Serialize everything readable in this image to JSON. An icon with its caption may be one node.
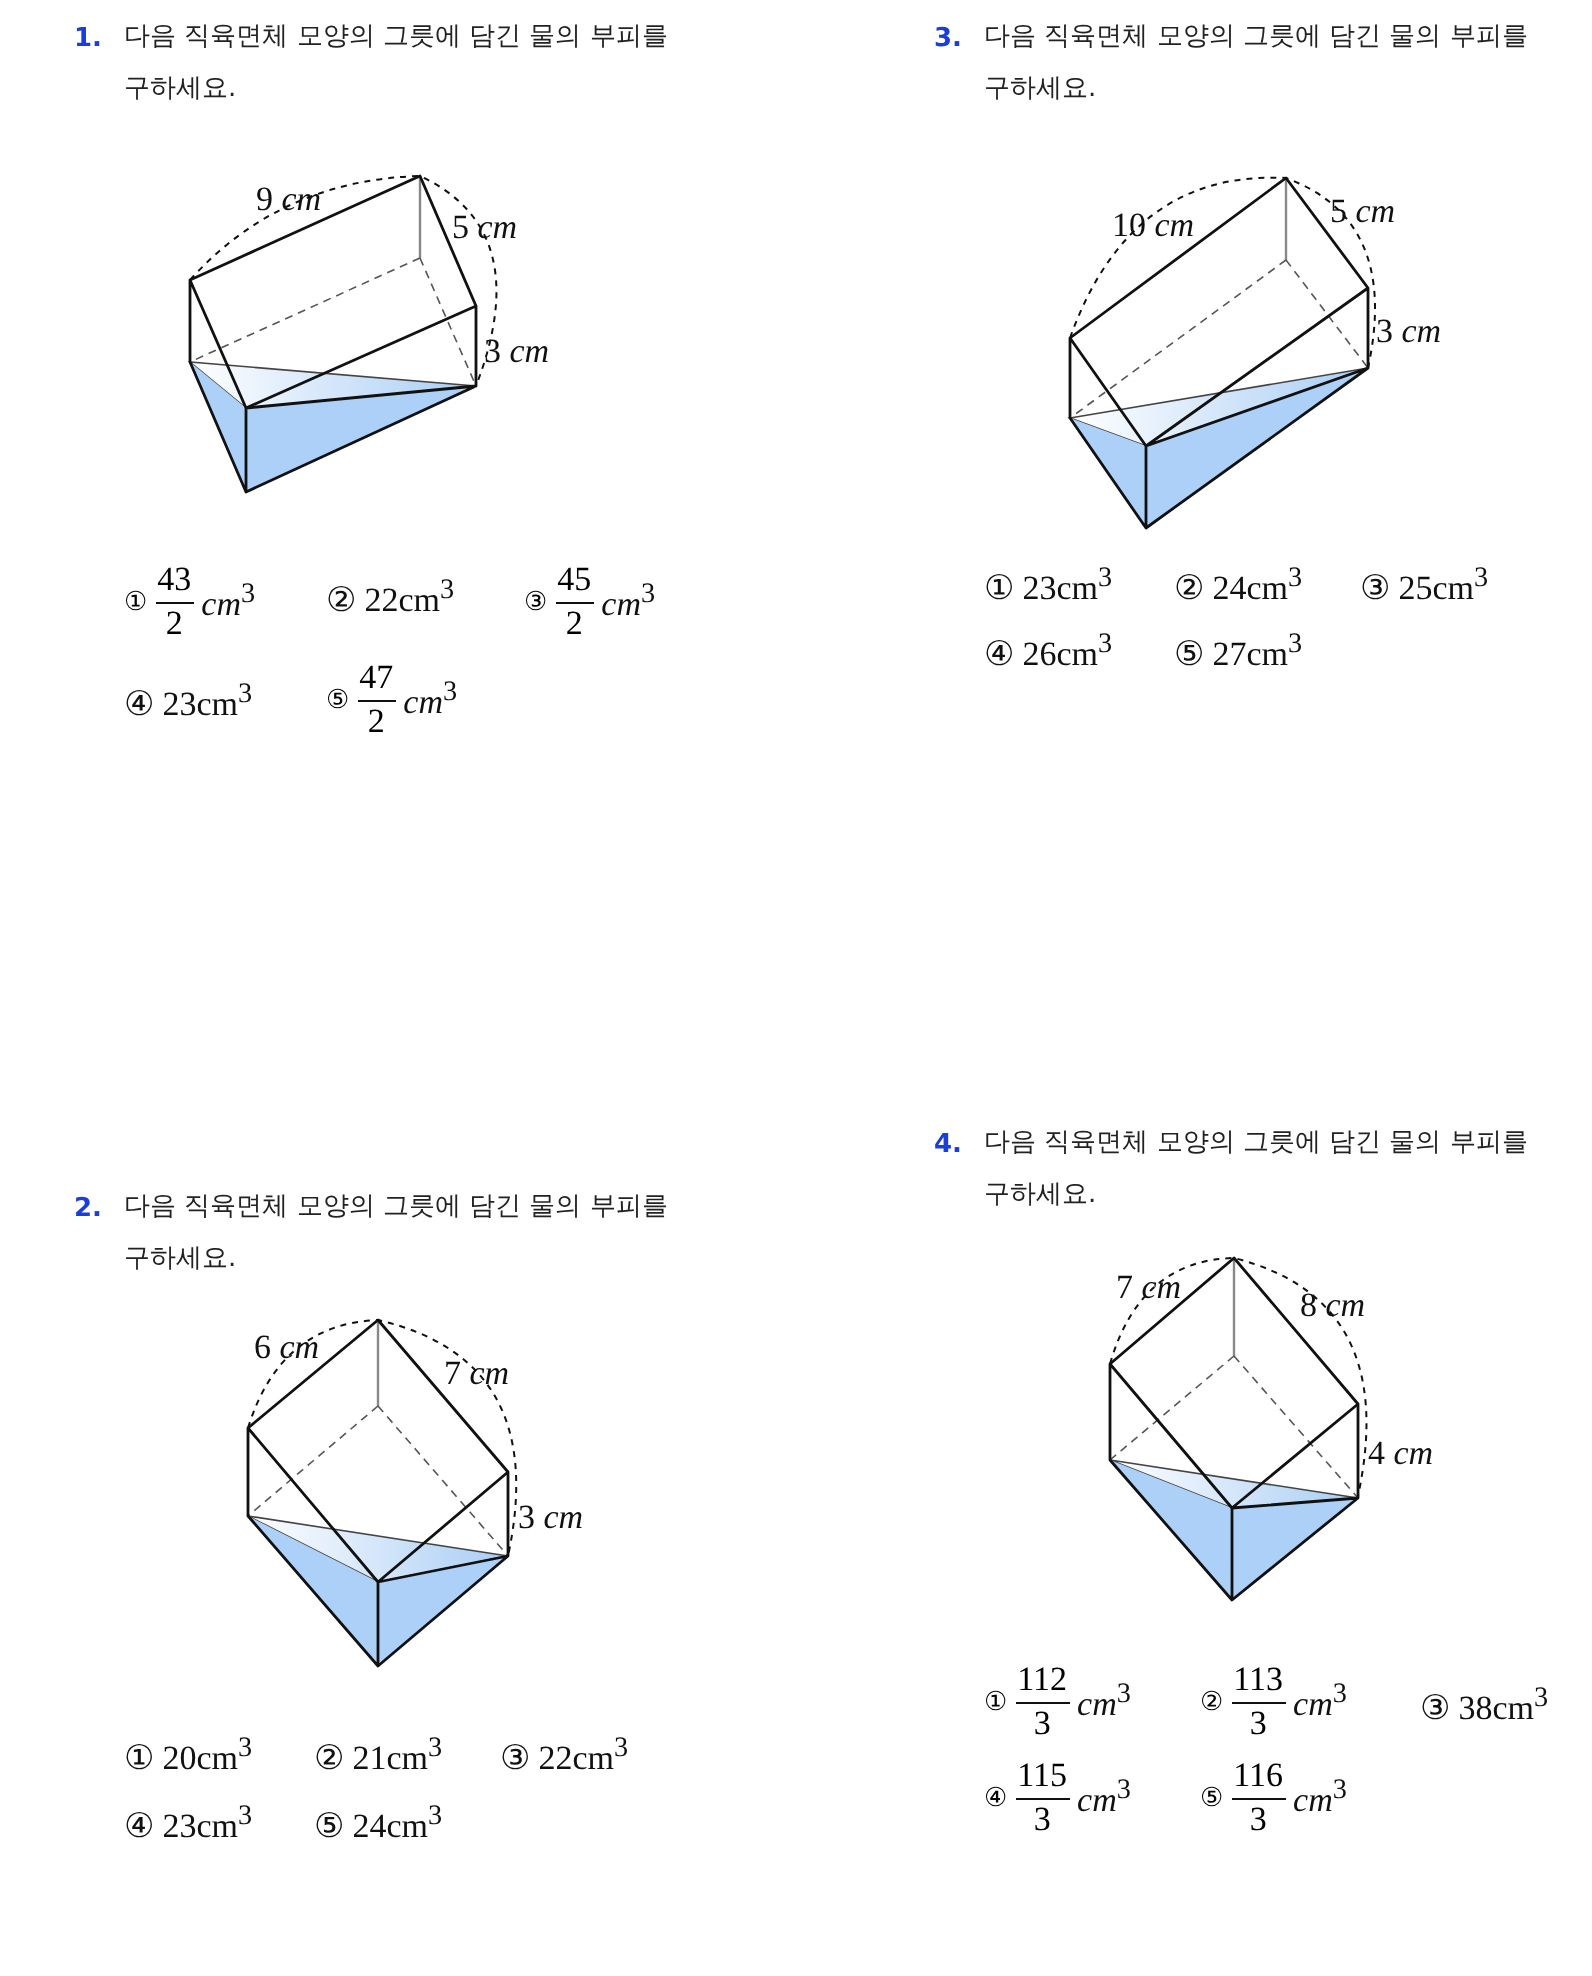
{
  "diagram": {
    "labels": [
      "1.",
      "다음 직육면체 모양의 그릇에 담긴 물의 부피를 구하세요.",
      "9 *cm*",
      "5 *cm*",
      "3 *cm*",
      "①",
      "43",
      "2",
      "*cm*$^{3}$",
      "② 22cm$^{3}$",
      "③",
      "45",
      "2",
      "*cm*$^{3}$",
      "④ 23cm$^{3}$",
      "⑤",
      "47",
      "2",
      "*cm*$^{3}$",
      "3.",
      "다음 직육면체 모양의 그릇에 담긴 물의 부피를 구하세요.",
      "10 *cm*",
      "5 *cm*",
      "3 *cm*",
      "① 23cm$^{3}$",
      "② 24cm$^{3}$",
      "③ 25cm$^{3}$",
      "④ 26cm$^{3}$",
      "⑤ 27cm$^{3}$",
      "2.",
      "다음 직육면체 모양의 그릇에 담긴 물의 부피를 구하세요.",
      "6 *cm*",
      "7 *cm*",
      "3 *cm*",
      "① 20cm$^{3}$",
      "② 21cm$^{3}$",
      "③ 22cm$^{3}$",
      "④ 23cm$^{3}$",
      "⑤ 24cm$^{3}$",
      "4.",
      "다음 직육면체 모양의 그릇에 담긴 물의 부피를 구하세요.",
      "7 *cm*",
      "8 *cm*",
      "4 *cm*",
      "①",
      "112",
      "3",
      "*cm*$^{3}$",
      "②",
      "113",
      "3",
      "*cm*$^{3}$",
      "③ 38cm$^{3}$",
      "④",
      "115",
      "3",
      "*cm*$^{3}$",
      "⑤",
      "116",
      "3",
      "*cm*$^{3}$"
    ]
  }
}
